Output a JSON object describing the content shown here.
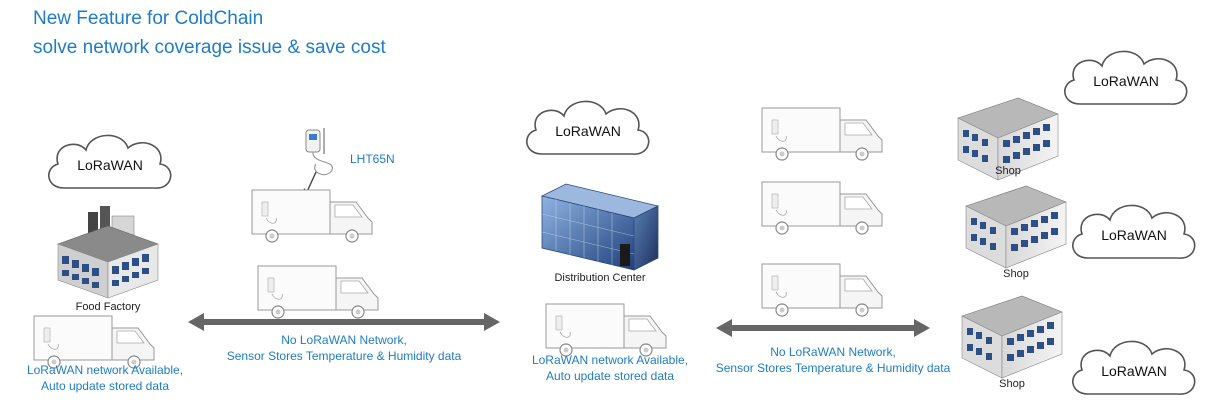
{
  "header": {
    "title": "New Feature for ColdChain",
    "subtitle": "solve network coverage issue & save cost"
  },
  "cloud_label": "LoRaWAN",
  "sensor_label": "LHT65N",
  "factory": {
    "label": "Food Factory",
    "status_line1": "LoRaWAN network Available,",
    "status_line2": "Auto update stored data"
  },
  "distribution": {
    "label": "Distribution Center",
    "status_line1": "LoRaWAN network Available,",
    "status_line2": "Auto update stored data"
  },
  "transit_left": {
    "line1": "No LoRaWAN Network,",
    "line2": "Sensor Stores Temperature & Humidity data"
  },
  "transit_right": {
    "line1": "No LoRaWAN Network,",
    "line2": "Sensor Stores Temperature & Humidity data"
  },
  "shops": [
    {
      "label": "Shop"
    },
    {
      "label": "Shop"
    },
    {
      "label": "Shop"
    }
  ],
  "colors": {
    "accent_text": "#1f7cc8",
    "arrow": "#666666"
  }
}
